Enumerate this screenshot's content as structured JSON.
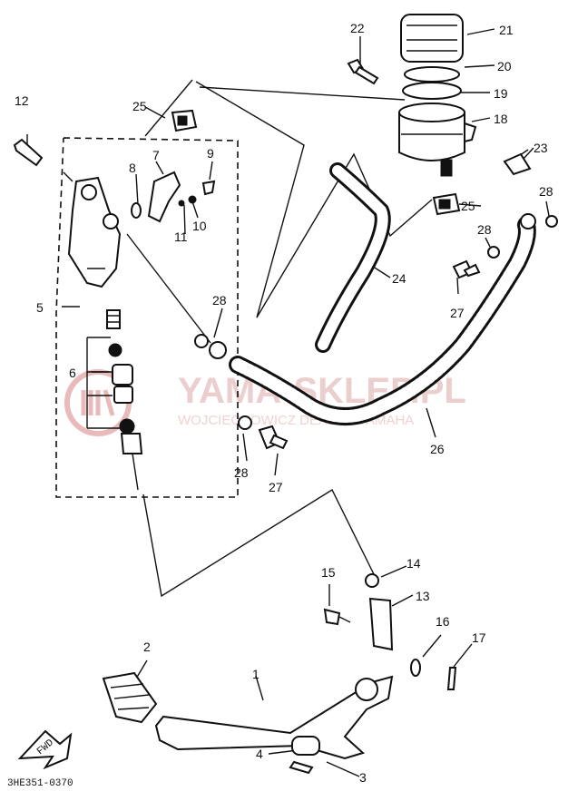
{
  "labels": [
    "1",
    "2",
    "3",
    "4",
    "5",
    "6",
    "7",
    "8",
    "9",
    "10",
    "11",
    "12",
    "13",
    "14",
    "15",
    "16",
    "17",
    "18",
    "19",
    "20",
    "21",
    "22",
    "23",
    "24",
    "25",
    "25",
    "26",
    "27",
    "27",
    "28",
    "28",
    "28",
    "28"
  ],
  "drawing_code": "3HE351-0370",
  "fwd_label": "FWD",
  "watermark": {
    "line1": "YAMA-SKLEP.PL",
    "line2": "WOJCIECHOWICZ DEALER YAMAHA",
    "logo_color": "#e6b3b3"
  }
}
